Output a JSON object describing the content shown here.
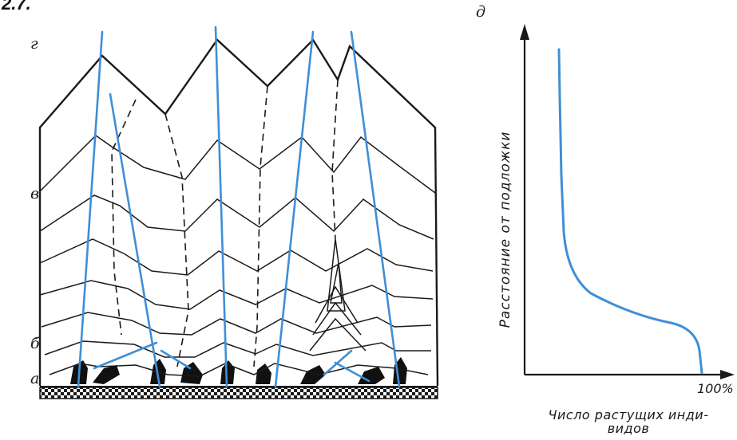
{
  "figure_number": "2.7.",
  "left_panel": {
    "zone_labels": {
      "a": "а",
      "b": "б",
      "v": "в",
      "g": "г"
    }
  },
  "right_panel": {
    "panel_label": "д",
    "y_axis_label": "Расстояние от подложки",
    "x_axis_end_label": "100%",
    "x_axis_label_line1": "Число растущих инди-",
    "x_axis_label_line2": "видов"
  },
  "colors": {
    "ink": "#1a1a1a",
    "growth_axis": "#3f8fd6",
    "curve": "#3f8fd6"
  }
}
